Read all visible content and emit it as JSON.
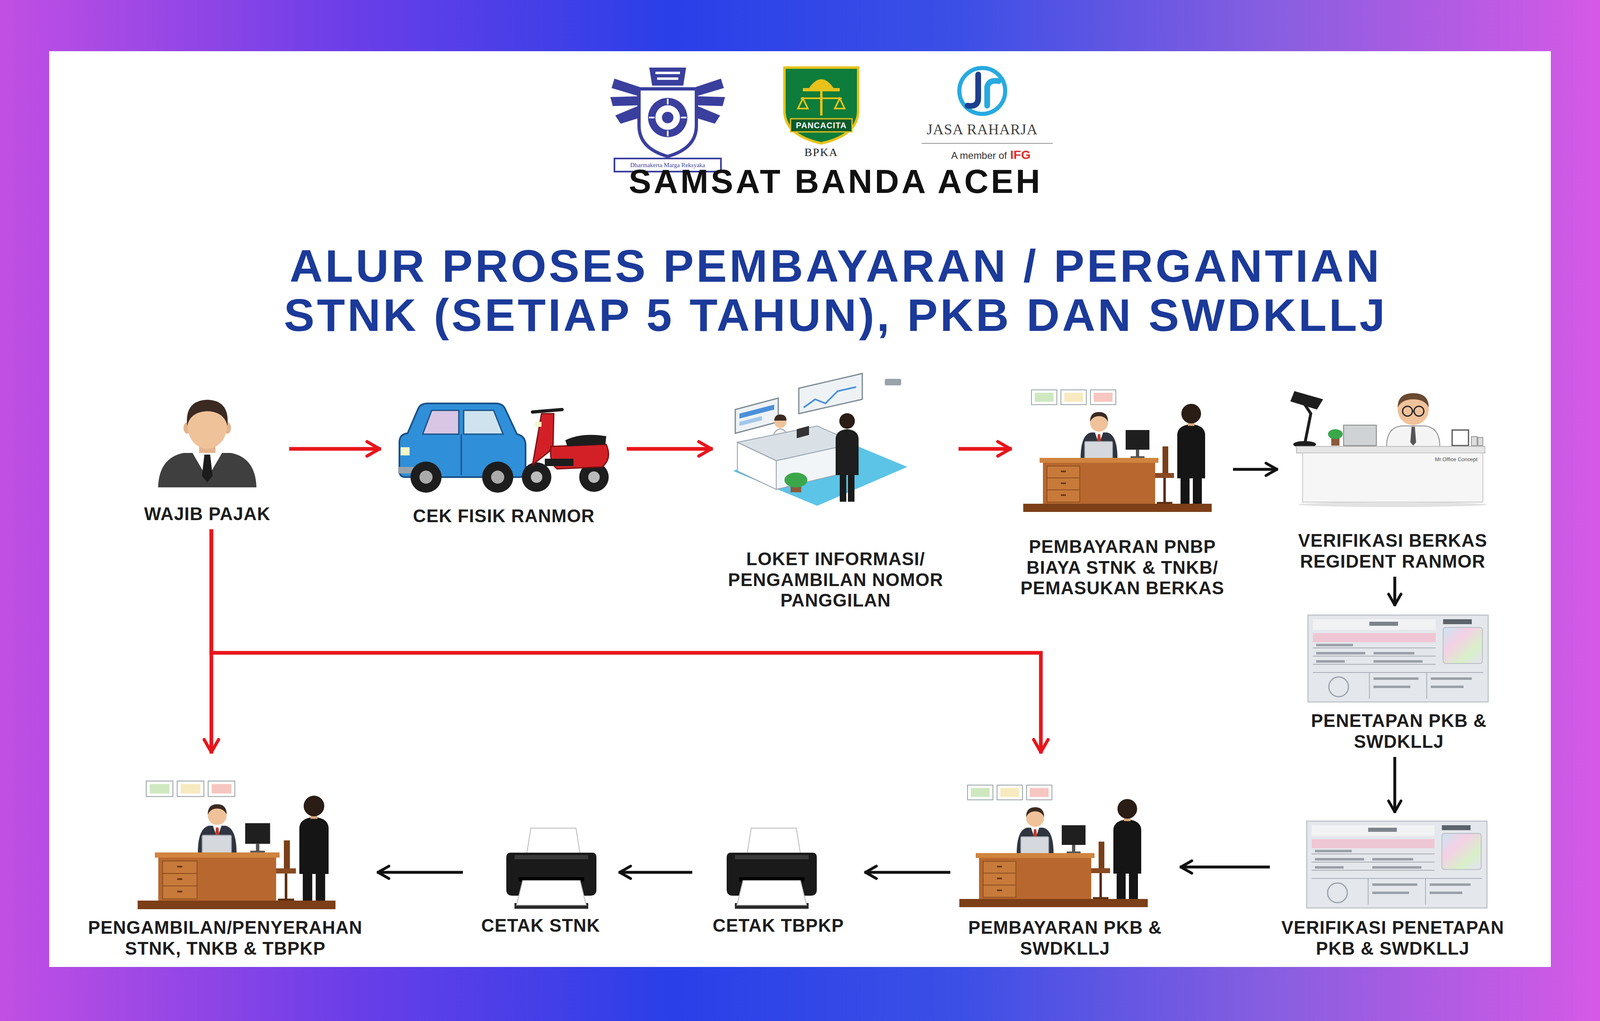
{
  "diagram": {
    "title": "ALUR PROSES PEMBAYARAN / PERGANTIAN STNK (SETIAP 5 TAHUN), PKB DAN SWDKLLJ",
    "nodes": [
      {
        "text": [
          "WAJIB PAJAK"
        ]
      },
      {
        "text": [
          "CEK FISIK RANMOR"
        ]
      },
      {
        "text": [
          "LOKET INFORMASI/ PENGAMBILAN NOMOR PANGGILAN"
        ]
      },
      {
        "text": [
          "PEMBAYARAN PNBP BIAYA STNK & TNKB/ PEMASUKAN BERKAS"
        ]
      },
      {
        "text": [
          "VERIFIKASI BERKAS REGIDENT RANMOR"
        ]
      },
      {
        "text": [
          "PENETAPAN PKB & SWDKLLJ"
        ]
      },
      {
        "text": [
          "VERIFIKASI PENETAPAN PKB & SWDKLLJ"
        ]
      },
      {
        "text": [
          "PEMBAYARAN PKB & SWDKLLJ"
        ]
      },
      {
        "text": [
          "CETAK TBPKP"
        ]
      },
      {
        "text": [
          "CETAK STNK"
        ]
      },
      {
        "text": [
          "PENGAMBILAN/PENYERAHAN STNK, TNKB & TBPKP"
        ]
      }
    ],
    "edges": [
      {
        "from": 0,
        "to": 1,
        "arrow": "to"
      },
      {
        "from": 1,
        "to": 2,
        "arrow": "to"
      },
      {
        "from": 2,
        "to": 3,
        "arrow": "to"
      },
      {
        "from": 3,
        "to": 4,
        "arrow": "to"
      },
      {
        "from": 4,
        "to": 5,
        "arrow": "to"
      },
      {
        "from": 5,
        "to": 6,
        "arrow": "to"
      },
      {
        "from": 6,
        "to": 7,
        "arrow": "to"
      },
      {
        "from": 7,
        "to": 8,
        "arrow": "to"
      },
      {
        "from": 8,
        "to": 9,
        "arrow": "to"
      },
      {
        "from": 9,
        "to": 10,
        "arrow": "to"
      },
      {
        "from": 0,
        "to": 10,
        "arrow": "to"
      },
      {
        "from": 0,
        "to": 7,
        "arrow": "to"
      }
    ],
    "labels": [
      "Dharmakerta Marga Reksyaka",
      "PANCACITA",
      "BPKA",
      "JASA RAHARJA",
      "A member of",
      "IFG",
      "SAMSAT BANDA ACEH",
      "Mr.Office Concept"
    ]
  }
}
